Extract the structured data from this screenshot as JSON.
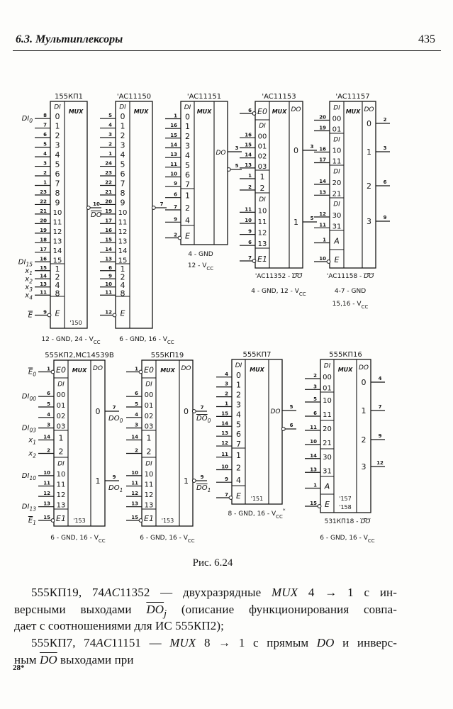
{
  "header": {
    "section": "6.3. Мультиплексоры",
    "page_number": "435"
  },
  "caption": "Рис. 6.24",
  "body_lines": [
    [
      {
        "t": "555КП19, 74"
      },
      {
        "t": "AC",
        "i": true
      },
      {
        "t": "11352 — двухразрядные "
      },
      {
        "t": "MUX",
        "i": true
      },
      {
        "t": " 4 → 1 с ин-"
      }
    ],
    [
      {
        "t": "версными выходами "
      },
      {
        "t": "DO",
        "i": true,
        "o": true
      },
      {
        "t": "j",
        "i": true,
        "sub": true
      },
      {
        "t": " (описание функционирования совпа-"
      }
    ],
    [
      {
        "t": "дает с соотношениями для ИС 555КП2);"
      }
    ],
    [
      {
        "t": "555КП7, 74"
      },
      {
        "t": "AC",
        "i": true
      },
      {
        "t": "11151 — "
      },
      {
        "t": "MUX",
        "i": true
      },
      {
        "t": " 8 → 1 с прямым "
      },
      {
        "t": "DO",
        "i": true
      },
      {
        "t": " и инверс-"
      }
    ],
    [
      {
        "t": "ным "
      },
      {
        "t": "DO",
        "i": true,
        "o": true
      },
      {
        "t": " выходами при"
      }
    ]
  ],
  "footer_mark": "28*",
  "chips": [
    {
      "title": "155КП1",
      "mid": "MUX",
      "part": [
        "'150"
      ],
      "sections": [
        {
          "header": "DI",
          "rows": [
            {
              "pin": "8",
              "label": "0",
              "ext": "DI",
              "ext_sub": "0"
            },
            {
              "pin": "7",
              "label": "1"
            },
            {
              "pin": "6",
              "label": "2"
            },
            {
              "pin": "5",
              "label": "3"
            },
            {
              "pin": "4",
              "label": "4"
            },
            {
              "pin": "3",
              "label": "5"
            },
            {
              "pin": "2",
              "label": "6"
            },
            {
              "pin": "1",
              "label": "7"
            },
            {
              "pin": "23",
              "label": "8"
            },
            {
              "pin": "22",
              "label": "9"
            },
            {
              "pin": "21",
              "label": "10"
            },
            {
              "pin": "20",
              "label": "11"
            },
            {
              "pin": "19",
              "label": "12"
            },
            {
              "pin": "18",
              "label": "13"
            },
            {
              "pin": "17",
              "label": "14"
            },
            {
              "pin": "16",
              "label": "15",
              "ext": "DI",
              "ext_sub": "15"
            }
          ]
        },
        {
          "rows": [
            {
              "pin": "15",
              "label": "1",
              "ext": "x",
              "ext_sub": "1"
            },
            {
              "pin": "14",
              "label": "2",
              "ext": "x",
              "ext_sub": "2"
            },
            {
              "pin": "13",
              "label": "4",
              "ext": "x",
              "ext_sub": "3"
            },
            {
              "pin": "11",
              "label": "8",
              "ext": "x",
              "ext_sub": "4"
            }
          ]
        },
        {
          "rows": [
            {
              "pin": "9",
              "label": "E",
              "inv": true,
              "ext": "E",
              "ext_over": true
            }
          ]
        }
      ],
      "outputs": [
        {
          "pin": "10",
          "inv": true,
          "ext": "DO",
          "ext_over": true
        }
      ],
      "footers": [
        {
          "text": "12 - GND, 24 - V",
          "sub": "CC"
        }
      ]
    },
    {
      "title": "'AC11150",
      "mid": "MUX",
      "sections": [
        {
          "header": "DI",
          "rows": [
            {
              "pin": "5",
              "label": "0"
            },
            {
              "pin": "4",
              "label": "1"
            },
            {
              "pin": "3",
              "label": "2"
            },
            {
              "pin": "2",
              "label": "3"
            },
            {
              "pin": "1",
              "label": "4"
            },
            {
              "pin": "24",
              "label": "5"
            },
            {
              "pin": "23",
              "label": "6"
            },
            {
              "pin": "22",
              "label": "7"
            },
            {
              "pin": "21",
              "label": "8"
            },
            {
              "pin": "20",
              "label": "9"
            },
            {
              "pin": "19",
              "label": "10"
            },
            {
              "pin": "17",
              "label": "11"
            },
            {
              "pin": "16",
              "label": "12"
            },
            {
              "pin": "15",
              "label": "13"
            },
            {
              "pin": "14",
              "label": "14"
            },
            {
              "pin": "13",
              "label": "15"
            }
          ]
        },
        {
          "rows": [
            {
              "pin": "6",
              "label": "1"
            },
            {
              "pin": "9",
              "label": "2"
            },
            {
              "pin": "10",
              "label": "4"
            },
            {
              "pin": "11",
              "label": "8"
            }
          ]
        },
        {
          "rows": [
            {
              "pin": "12",
              "label": "E",
              "inv": true
            }
          ]
        }
      ],
      "outputs": [
        {
          "pin": "7",
          "inv": true
        }
      ],
      "footers": [
        {
          "text": "6 - GND, 16 - V",
          "sub": "CC"
        }
      ]
    },
    {
      "title": "'AC11151",
      "mid": "MUX",
      "sections": [
        {
          "header": "DI",
          "rows": [
            {
              "pin": "1",
              "label": "0"
            },
            {
              "pin": "16",
              "label": "1"
            },
            {
              "pin": "15",
              "label": "2"
            },
            {
              "pin": "14",
              "label": "3"
            },
            {
              "pin": "13",
              "label": "4"
            },
            {
              "pin": "11",
              "label": "5"
            },
            {
              "pin": "10",
              "label": "6"
            },
            {
              "pin": "9",
              "label": "7"
            }
          ]
        },
        {
          "rows": [
            {
              "pin": "6",
              "label": "1"
            },
            {
              "pin": "7",
              "label": "2"
            },
            {
              "pin": "9",
              "label": "4"
            }
          ]
        },
        {
          "rows": [
            {
              "pin": "2",
              "label": "E",
              "inv": true
            }
          ]
        }
      ],
      "outputs": [
        {
          "pin": "3",
          "inner": "DO"
        },
        {
          "pin": "5",
          "inv": true
        }
      ],
      "footers": [
        {
          "text": "4 - GND"
        },
        {
          "text": "12 - V",
          "sub": "CC"
        }
      ]
    },
    {
      "title": "'AC11153",
      "mid": "MUX",
      "right_header": "DO",
      "sections": [
        {
          "rows": [
            {
              "pin": "6",
              "label": "E0",
              "inv": true
            }
          ]
        },
        {
          "header": "DI",
          "rows": [
            {
              "pin": "16",
              "label": "00"
            },
            {
              "pin": "15",
              "label": "01"
            },
            {
              "pin": "14",
              "label": "02"
            },
            {
              "pin": "13",
              "label": "03"
            }
          ]
        },
        {
          "rows": [
            {
              "pin": "1",
              "label": "1"
            },
            {
              "pin": "2",
              "label": "2"
            }
          ]
        },
        {
          "header": "DI",
          "rows": [
            {
              "pin": "11",
              "label": "10"
            },
            {
              "pin": "10",
              "label": "11"
            },
            {
              "pin": "9",
              "label": "12"
            },
            {
              "pin": "6",
              "label": "13"
            }
          ]
        },
        {
          "rows": [
            {
              "pin": "7",
              "label": "E1",
              "inv": true
            }
          ]
        }
      ],
      "outputs": [
        {
          "pin": "3",
          "inner": "0"
        },
        {
          "pin": "5",
          "inner": "1"
        }
      ],
      "footers": [
        {
          "text": "'AC11352 - ",
          "over": "DO"
        },
        {
          "text": "4 - GND, 12 - V",
          "sub": "CC"
        }
      ]
    },
    {
      "title": "'AC11157",
      "mid": "MUX",
      "right_header": "DO",
      "sections": [
        {
          "header": "DI",
          "rows": [
            {
              "pin": "20",
              "label": "00"
            },
            {
              "pin": "19",
              "label": "01"
            }
          ]
        },
        {
          "header": "DI",
          "rows": [
            {
              "pin": "16",
              "label": "10"
            },
            {
              "pin": "17",
              "label": "11"
            }
          ]
        },
        {
          "header": "DI",
          "rows": [
            {
              "pin": "14",
              "label": "20"
            },
            {
              "pin": "13",
              "label": "21"
            }
          ]
        },
        {
          "header": "DI",
          "rows": [
            {
              "pin": "12",
              "label": "30"
            },
            {
              "pin": "11",
              "label": "31"
            }
          ]
        },
        {
          "rows": [
            {
              "pin": "1",
              "label": "A"
            }
          ]
        },
        {
          "rows": [
            {
              "pin": "10",
              "label": "E",
              "inv": true
            }
          ]
        }
      ],
      "outputs": [
        {
          "pin": "2",
          "inner": "0"
        },
        {
          "pin": "3",
          "inner": "1"
        },
        {
          "pin": "6",
          "inner": "2"
        },
        {
          "pin": "9",
          "inner": "3"
        }
      ],
      "footers": [
        {
          "text": "'AC11158 - ",
          "over": "DO"
        },
        {
          "text": "4-7 - GND"
        },
        {
          "text": "15,16 - V",
          "sub": "CC"
        }
      ]
    },
    {
      "title": "555КП2,MC14539B",
      "mid": "MUX",
      "right_header": "DO",
      "part": [
        "'153"
      ],
      "sections": [
        {
          "rows": [
            {
              "pin": "1",
              "label": "E0",
              "inv": true,
              "ext": "E",
              "ext_over": true,
              "ext_sub": "0"
            }
          ]
        },
        {
          "header": "DI",
          "rows": [
            {
              "pin": "6",
              "label": "00",
              "ext": "DI",
              "ext_sub": "00"
            },
            {
              "pin": "5",
              "label": "01"
            },
            {
              "pin": "4",
              "label": "02"
            },
            {
              "pin": "3",
              "label": "03",
              "ext": "DI",
              "ext_sub": "03"
            }
          ]
        },
        {
          "rows": [
            {
              "pin": "14",
              "label": "1",
              "ext": "x",
              "ext_sub": "1"
            },
            {
              "pin": "2",
              "label": "2",
              "ext": "x",
              "ext_sub": "2"
            }
          ]
        },
        {
          "header": "DI",
          "rows": [
            {
              "pin": "10",
              "label": "10",
              "ext": "DI",
              "ext_sub": "10"
            },
            {
              "pin": "11",
              "label": "11"
            },
            {
              "pin": "12",
              "label": "12"
            },
            {
              "pin": "13",
              "label": "13",
              "ext": "DI",
              "ext_sub": "13"
            }
          ]
        },
        {
          "rows": [
            {
              "pin": "15",
              "label": "E1",
              "inv": true,
              "ext": "E",
              "ext_over": true,
              "ext_sub": "1"
            }
          ]
        }
      ],
      "outputs": [
        {
          "pin": "7",
          "inner": "0",
          "ext": "DO",
          "ext_sub": "0"
        },
        {
          "pin": "9",
          "inner": "1",
          "ext": "DO",
          "ext_sub": "1"
        }
      ],
      "footers": [
        {
          "text": "6 - GND, 16 - V",
          "sub": "CC"
        }
      ]
    },
    {
      "title": "555КП19",
      "mid": "MUX",
      "right_header": "DO",
      "part": [
        "'153"
      ],
      "sections": [
        {
          "rows": [
            {
              "pin": "1",
              "label": "E0",
              "inv": true
            }
          ]
        },
        {
          "header": "DI",
          "rows": [
            {
              "pin": "6",
              "label": "00"
            },
            {
              "pin": "5",
              "label": "01"
            },
            {
              "pin": "4",
              "label": "02"
            },
            {
              "pin": "3",
              "label": "03"
            }
          ]
        },
        {
          "rows": [
            {
              "pin": "14",
              "label": "1"
            },
            {
              "pin": "2",
              "label": "2"
            }
          ]
        },
        {
          "header": "DI",
          "rows": [
            {
              "pin": "10",
              "label": "10"
            },
            {
              "pin": "11",
              "label": "11"
            },
            {
              "pin": "12",
              "label": "12"
            },
            {
              "pin": "13",
              "label": "13"
            }
          ]
        },
        {
          "rows": [
            {
              "pin": "15",
              "label": "E1",
              "inv": true
            }
          ]
        }
      ],
      "outputs": [
        {
          "pin": "7",
          "inner": "0",
          "inv": true,
          "ext": "DO",
          "ext_over": true,
          "ext_sub": "0"
        },
        {
          "pin": "9",
          "inner": "1",
          "inv": true,
          "ext": "DO",
          "ext_over": true,
          "ext_sub": "1"
        }
      ],
      "footers": [
        {
          "text": "6 - GND, 16 - V",
          "sub": "CC"
        }
      ]
    },
    {
      "title": "555КП7",
      "mid": "MUX",
      "part": [
        "'151"
      ],
      "sections": [
        {
          "header": "DI",
          "rows": [
            {
              "pin": "4",
              "label": "0"
            },
            {
              "pin": "3",
              "label": "1"
            },
            {
              "pin": "2",
              "label": "2"
            },
            {
              "pin": "1",
              "label": "3"
            },
            {
              "pin": "15",
              "label": "4"
            },
            {
              "pin": "14",
              "label": "5"
            },
            {
              "pin": "13",
              "label": "6"
            },
            {
              "pin": "12",
              "label": "7"
            }
          ]
        },
        {
          "rows": [
            {
              "pin": "11",
              "label": "1"
            },
            {
              "pin": "10",
              "label": "2"
            },
            {
              "pin": "9",
              "label": "4"
            }
          ]
        },
        {
          "rows": [
            {
              "pin": "7",
              "label": "E",
              "inv": true
            }
          ]
        }
      ],
      "outputs": [
        {
          "pin": "5",
          "inner": "DO"
        },
        {
          "pin": "6",
          "inv": true
        }
      ],
      "footers": [
        {
          "text": "8 - GND, 16 - V",
          "sub": "CC",
          "mark": "*"
        }
      ]
    },
    {
      "title": "555КП16",
      "mid": "MUX",
      "right_header": "DO",
      "part": [
        "'157",
        "'158"
      ],
      "sections": [
        {
          "header": "DI",
          "rows": [
            {
              "pin": "2",
              "label": "00"
            },
            {
              "pin": "3",
              "label": "01"
            }
          ]
        },
        {
          "rows": [
            {
              "pin": "5",
              "label": "10"
            },
            {
              "pin": "6",
              "label": "11"
            }
          ]
        },
        {
          "rows": [
            {
              "pin": "11",
              "label": "20"
            },
            {
              "pin": "10",
              "label": "21"
            }
          ]
        },
        {
          "rows": [
            {
              "pin": "14",
              "label": "30"
            },
            {
              "pin": "13",
              "label": "31"
            }
          ]
        },
        {
          "rows": [
            {
              "pin": "1",
              "label": "A"
            }
          ]
        },
        {
          "rows": [
            {
              "pin": "15",
              "label": "E",
              "inv": true
            }
          ]
        }
      ],
      "outputs": [
        {
          "pin": "4",
          "inner": "0"
        },
        {
          "pin": "7",
          "inner": "1"
        },
        {
          "pin": "9",
          "inner": "2"
        },
        {
          "pin": "12",
          "inner": "3"
        }
      ],
      "footers": [
        {
          "text": "531КП18 - ",
          "over": "DO"
        },
        {
          "text": "6 - GND, 16 - V",
          "sub": "CC"
        }
      ]
    }
  ]
}
